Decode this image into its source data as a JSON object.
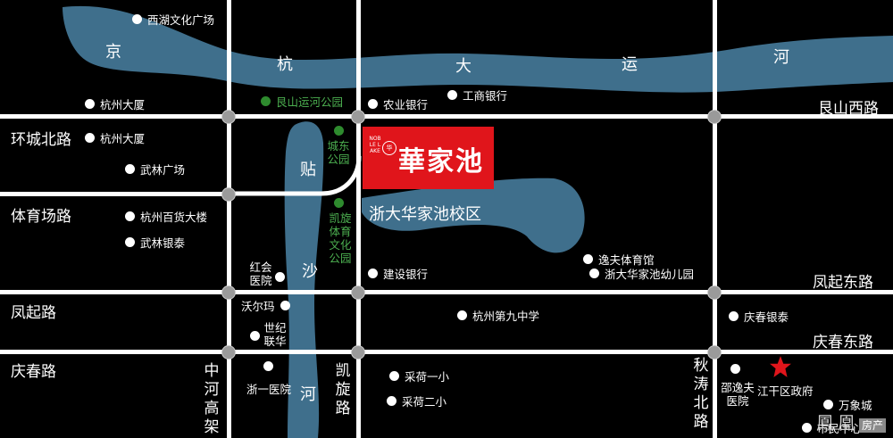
{
  "colors": {
    "background": "#000000",
    "road": "#ffffff",
    "river": "#3f6f8c",
    "brand": "#e0151b",
    "park": "#2e8b2e",
    "star": "#e0151b"
  },
  "roads": {
    "genshan_west": "艮山西路",
    "huancheng_north": "环城北路",
    "tiyuchang": "体育场路",
    "fengqi_east": "凤起东路",
    "fengqi": "凤起路",
    "qingchun_east": "庆春东路",
    "qingchun": "庆春路",
    "zhonghe_elevated": "中河高架",
    "kaixuan": "凯旋路",
    "qiutao_north": "秋涛北路"
  },
  "rivers": {
    "grand_canal": [
      "京",
      "杭",
      "大",
      "运",
      "河"
    ],
    "tiesha": [
      "贴",
      "沙",
      "河"
    ],
    "lake_label": "浙大华家池校区"
  },
  "brand": {
    "name": "華家池",
    "english": "NOBLE LAKE",
    "seal": "华"
  },
  "pois": {
    "xihu_plaza": "西湖文化广场",
    "hangzhou_tower_1": "杭州大厦",
    "hangzhou_tower_2": "杭州大厦",
    "wulin_square": "武林广场",
    "hz_department": "杭州百货大楼",
    "wulin_intime": "武林银泰",
    "genshan_park": "艮山运河公园",
    "chengdong_park": "城东公园",
    "kaixuan_park": "凯旋体育文化公园",
    "abc_bank": "农业银行",
    "icbc": "工商银行",
    "ccb": "建设银行",
    "yifu_gym": "逸夫体育馆",
    "zju_kindergarten": "浙大华家池幼儿园",
    "hongkui_hospital": "红会医院",
    "walmart": "沃尔玛",
    "century_union": "世纪联华",
    "zheyi_hospital": "浙一医院",
    "no9_school": "杭州第九中学",
    "caihe_1": "采荷一小",
    "caihe_2": "采荷二小",
    "qingchun_intime": "庆春银泰",
    "shaoyifu_hospital": "邵逸夫医院",
    "jianggan_gov": "江干区政府",
    "mixc": "万象城",
    "civic_center": "市民中心"
  },
  "watermark": {
    "text": "鳳凰",
    "tag": "房产"
  }
}
